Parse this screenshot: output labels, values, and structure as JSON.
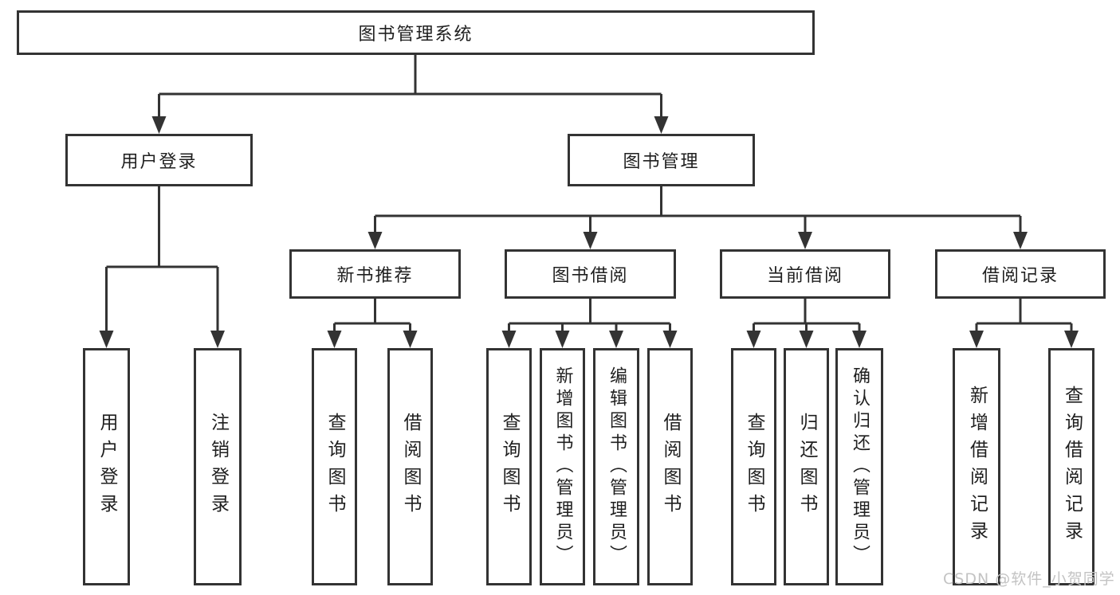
{
  "diagram_type": "tree",
  "tree": {
    "root": {
      "label": "图书管理系统",
      "children": [
        {
          "label": "用户登录",
          "children": [
            {
              "label": "用户登录"
            },
            {
              "label": "注销登录"
            }
          ]
        },
        {
          "label": "图书管理",
          "children": [
            {
              "label": "新书推荐",
              "children": [
                {
                  "label": "查询图书"
                },
                {
                  "label": "借阅图书"
                }
              ]
            },
            {
              "label": "图书借阅",
              "children": [
                {
                  "label": "查询图书"
                },
                {
                  "label": "新增图书（管理员）"
                },
                {
                  "label": "编辑图书（管理员）"
                },
                {
                  "label": "借阅图书"
                }
              ]
            },
            {
              "label": "当前借阅",
              "children": [
                {
                  "label": "查询图书"
                },
                {
                  "label": "归还图书"
                },
                {
                  "label": "确认归还（管理员）"
                }
              ]
            },
            {
              "label": "借阅记录",
              "children": [
                {
                  "label": "新增借阅记录"
                },
                {
                  "label": "查询借阅记录"
                }
              ]
            }
          ]
        }
      ]
    }
  },
  "watermark": {
    "text": "CSDN @软件_小贺同学"
  },
  "colors": {
    "line": "#333333",
    "box_border": "#333333",
    "text": "#1f1f1f",
    "watermark": "#c3c3c3",
    "background": "#ffffff"
  }
}
